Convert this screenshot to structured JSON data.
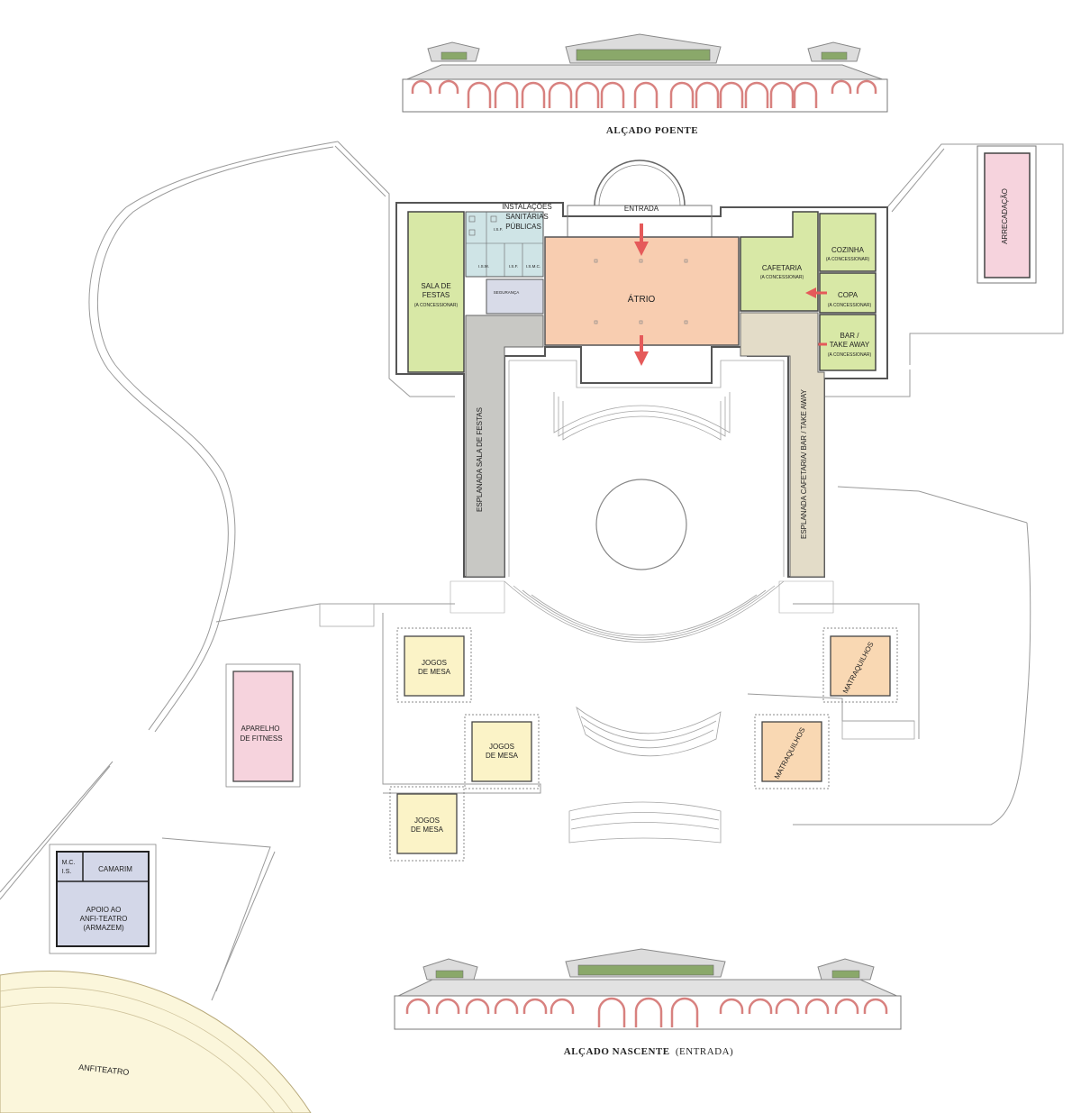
{
  "titles": {
    "west": "ALÇADO POENTE",
    "east_main": "ALÇADO NASCENTE",
    "east_note": "(ENTRADA)"
  },
  "rooms": {
    "entrada": "ENTRADA",
    "instalacoes_1": "INSTALAÇÕES",
    "instalacoes_2": "SANITÁRIAS",
    "instalacoes_3": "PÚBLICAS",
    "atrio": "ÁTRIO",
    "sala_1": "SALA DE",
    "sala_2": "FESTAS",
    "concessionar": "(A CONCESSIONAR)",
    "seguranca": "SEGURANÇA",
    "isf": "I.S.F.",
    "ism": "I.S.M.",
    "isf2": "I.S.F.",
    "ismc": "I.S.M.C.",
    "cafetaria": "CAFETARIA",
    "cozinha": "COZINHA",
    "copa": "COPA",
    "bar_1": "BAR /",
    "bar_2": "TAKE AWAY",
    "arrecadacao": "ARRECADAÇÃO",
    "esplanada_festas": "ESPLANADA  SALA DE FESTAS",
    "esplanada_cafetaria": "ESPLANADA CAFETARIA/ BAR / TAKE AWAY",
    "jogos_1": "JOGOS",
    "jogos_2": "DE MESA",
    "matraquilhos": "MATRAQUILHOS",
    "fitness_1": "APARELHO",
    "fitness_2": "DE FITNESS",
    "mc": "M.C.",
    "is": "I.S.",
    "camarim": "CAMARIM",
    "apoio_1": "APOIO AO",
    "apoio_2": "ANFI-TEATRO",
    "apoio_3": "(ARMAZEM)",
    "anfiteatro": "ANFITEATRO"
  },
  "colors": {
    "atrio": "#f8cdb0",
    "green": "#d8e8a6",
    "esplanada_grey": "#c8c8c4",
    "esplanada_beige": "#e3dcc8",
    "jogos": "#fbf3c7",
    "matraquilhos": "#f9d8b3",
    "fitness": "#f6d3dd",
    "arrecadacao": "#f6d3dd",
    "apoio": "#d3d7e8",
    "toilets": "#cfe4e6",
    "seguranca": "#d8dbe8",
    "anfiteatro": "#fbf6db",
    "arrow": "#e55a5a",
    "arch": "#d8817f"
  }
}
